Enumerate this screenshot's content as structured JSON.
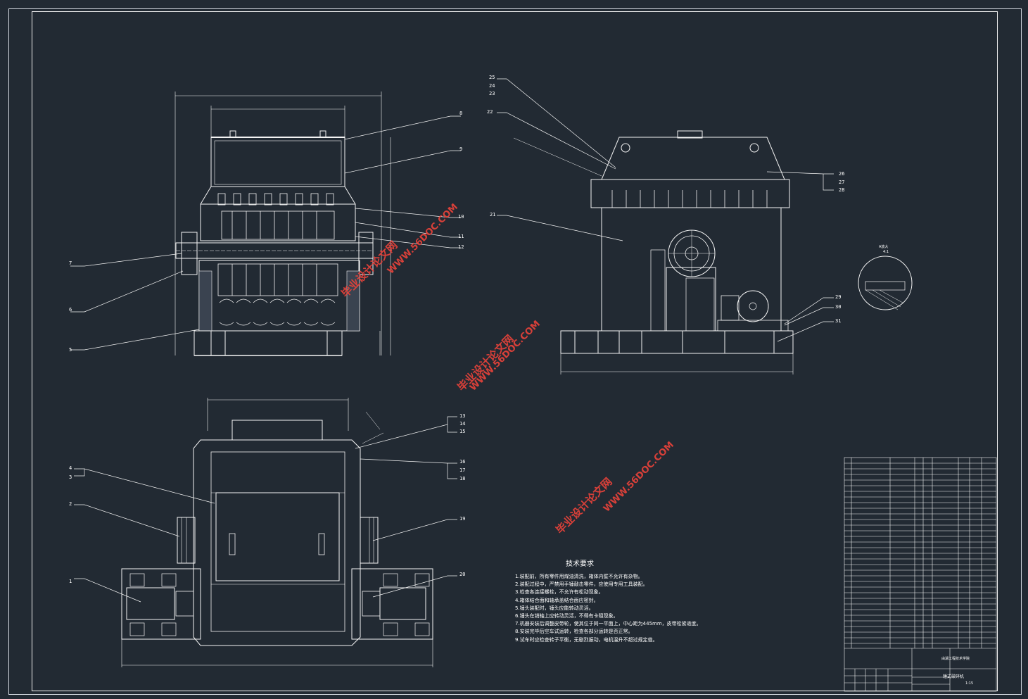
{
  "drawing": {
    "balloons": [
      "1",
      "2",
      "3",
      "4",
      "5",
      "6",
      "7",
      "8",
      "9",
      "10",
      "11",
      "12",
      "13",
      "14",
      "15",
      "16",
      "17",
      "18",
      "19",
      "20",
      "21",
      "22",
      "23",
      "24",
      "25",
      "26",
      "27",
      "28",
      "29",
      "30",
      "31"
    ],
    "detail_label": "A放大",
    "detail_scale": "4:1"
  },
  "requirements": {
    "title": "技术要求",
    "items": [
      "1.装配前，所有零件用煤油清洗，箱体内壁不允许有杂物。",
      "2.装配过程中，严禁用手锤敲击零件，应使用专用工具装配。",
      "3.检查各连接螺栓，不允许有松动现象。",
      "4.箱体结合面和轴承盖结合面应密封。",
      "5.锤头装配时，锤头应能转动灵活。",
      "6.锤头在销轴上应转动灵活，不得有卡阻现象。",
      "7.机器安装后调整皮带轮，使其位于同一平面上，中心距为445mm，皮带松紧适度。",
      "8.安装完毕后空车试运转，检查各部分运转是否正常。",
      "9.试车时应检查转子平衡，无剧烈振动，电机温升不超过规定值。"
    ]
  },
  "watermarks": [
    {
      "line1": "毕业设计论文网",
      "line2": "WWW.56DOC.COM"
    },
    {
      "line1": "毕业设计论文网",
      "line2": "WWW.56DOC.COM"
    },
    {
      "line1": "毕业设计论文网",
      "line2": "WWW.56DOC.COM"
    }
  ],
  "title_block": {
    "school": "由湖工程技术学院",
    "drawing_name": "锤式破碎机",
    "scale": "1:15"
  }
}
